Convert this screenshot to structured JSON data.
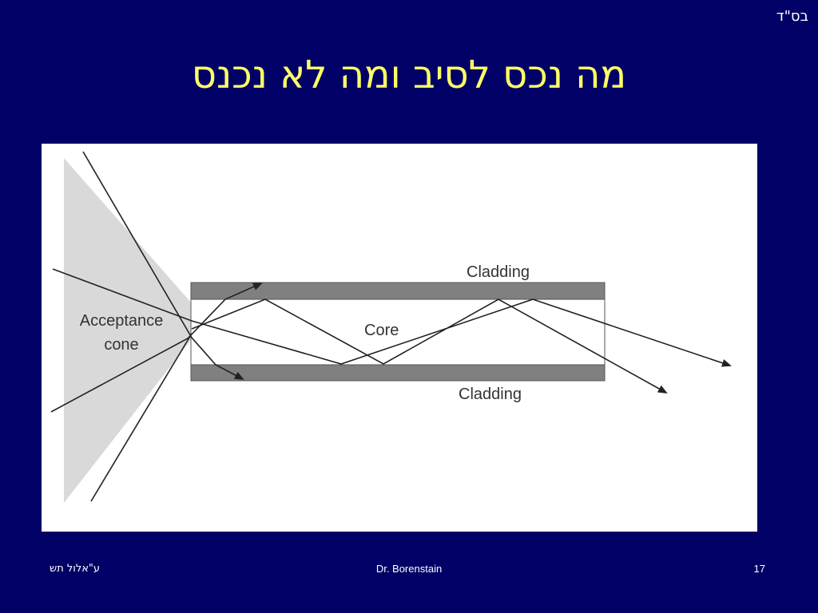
{
  "header": {
    "corner_mark": "בס\"ד",
    "title": "מה נכס לסיב ומה לא נכנס"
  },
  "diagram": {
    "labels": {
      "cladding_top": "Cladding",
      "core": "Core",
      "cladding_bottom": "Cladding",
      "acceptance_line1": "Acceptance",
      "acceptance_line2": "cone"
    },
    "colors": {
      "cone": "#d9d9d9",
      "cladding": "#808080",
      "ray": "#222222",
      "panel": "#ffffff"
    }
  },
  "footer": {
    "left": "ע\"אלול תש",
    "center": "Dr. Borenstain",
    "page": "17"
  }
}
